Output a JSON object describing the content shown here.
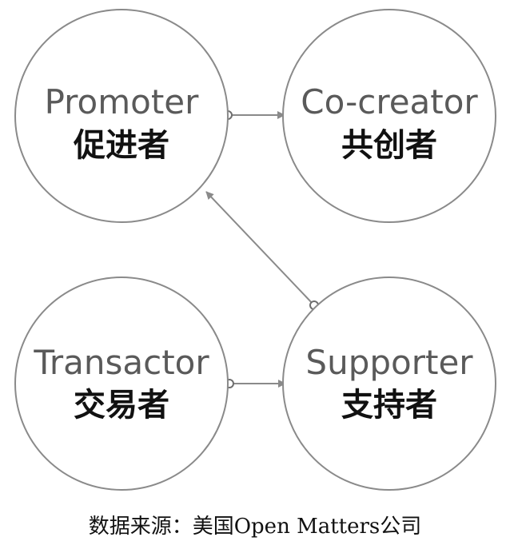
{
  "nodes": [
    {
      "id": "promoter",
      "en": "Promoter",
      "zh": "促进者"
    },
    {
      "id": "co-creator",
      "en": "Co-creator",
      "zh": "共创者"
    },
    {
      "id": "transactor",
      "en": "Transactor",
      "zh": "交易者"
    },
    {
      "id": "supporter",
      "en": "Supporter",
      "zh": "支持者"
    }
  ],
  "edges": [
    {
      "from": "promoter",
      "to": "co-creator"
    },
    {
      "from": "transactor",
      "to": "supporter"
    },
    {
      "from": "supporter",
      "to": "promoter"
    }
  ],
  "source": "数据来源：美国Open Matters公司",
  "colors": {
    "circle_stroke": "#8a8a8a",
    "arrow": "#8a8a8a",
    "english_text": "#5a5a5a",
    "chinese_text": "#111111"
  }
}
